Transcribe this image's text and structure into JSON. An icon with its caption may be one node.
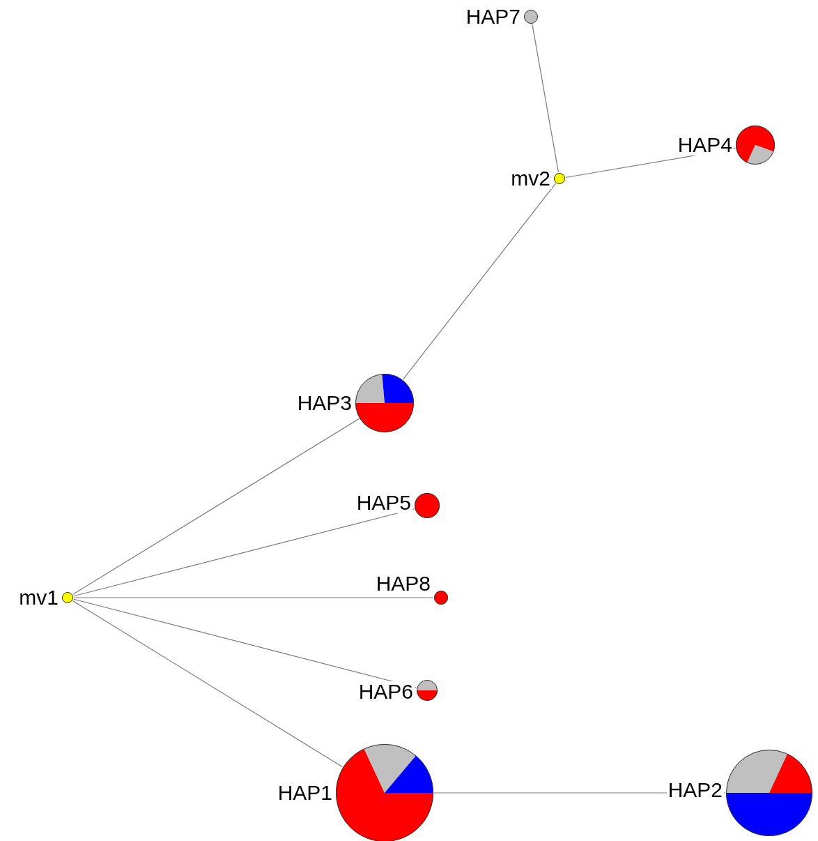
{
  "diagram": {
    "nodes": [
      {
        "text": [
          "HAP7"
        ]
      },
      {
        "text": [
          "HAP4"
        ]
      },
      {
        "text": [
          "mv2"
        ]
      },
      {
        "text": [
          "HAP3"
        ]
      },
      {
        "text": [
          "HAP5"
        ]
      },
      {
        "text": [
          "mv1"
        ]
      },
      {
        "text": [
          "HAP8"
        ]
      },
      {
        "text": [
          "HAP6"
        ]
      },
      {
        "text": [
          "HAP1"
        ]
      },
      {
        "text": [
          "HAP2"
        ]
      }
    ],
    "edges": [
      {
        "from": 0,
        "to": 2,
        "arrow": "none"
      },
      {
        "from": 2,
        "to": 1,
        "arrow": "none"
      },
      {
        "from": 2,
        "to": 3,
        "arrow": "none"
      },
      {
        "from": 3,
        "to": 5,
        "arrow": "none"
      },
      {
        "from": 5,
        "to": 4,
        "arrow": "none"
      },
      {
        "from": 5,
        "to": 6,
        "arrow": "none"
      },
      {
        "from": 5,
        "to": 7,
        "arrow": "none"
      },
      {
        "from": 5,
        "to": 8,
        "arrow": "none"
      },
      {
        "from": 8,
        "to": 9,
        "arrow": "none"
      }
    ]
  }
}
